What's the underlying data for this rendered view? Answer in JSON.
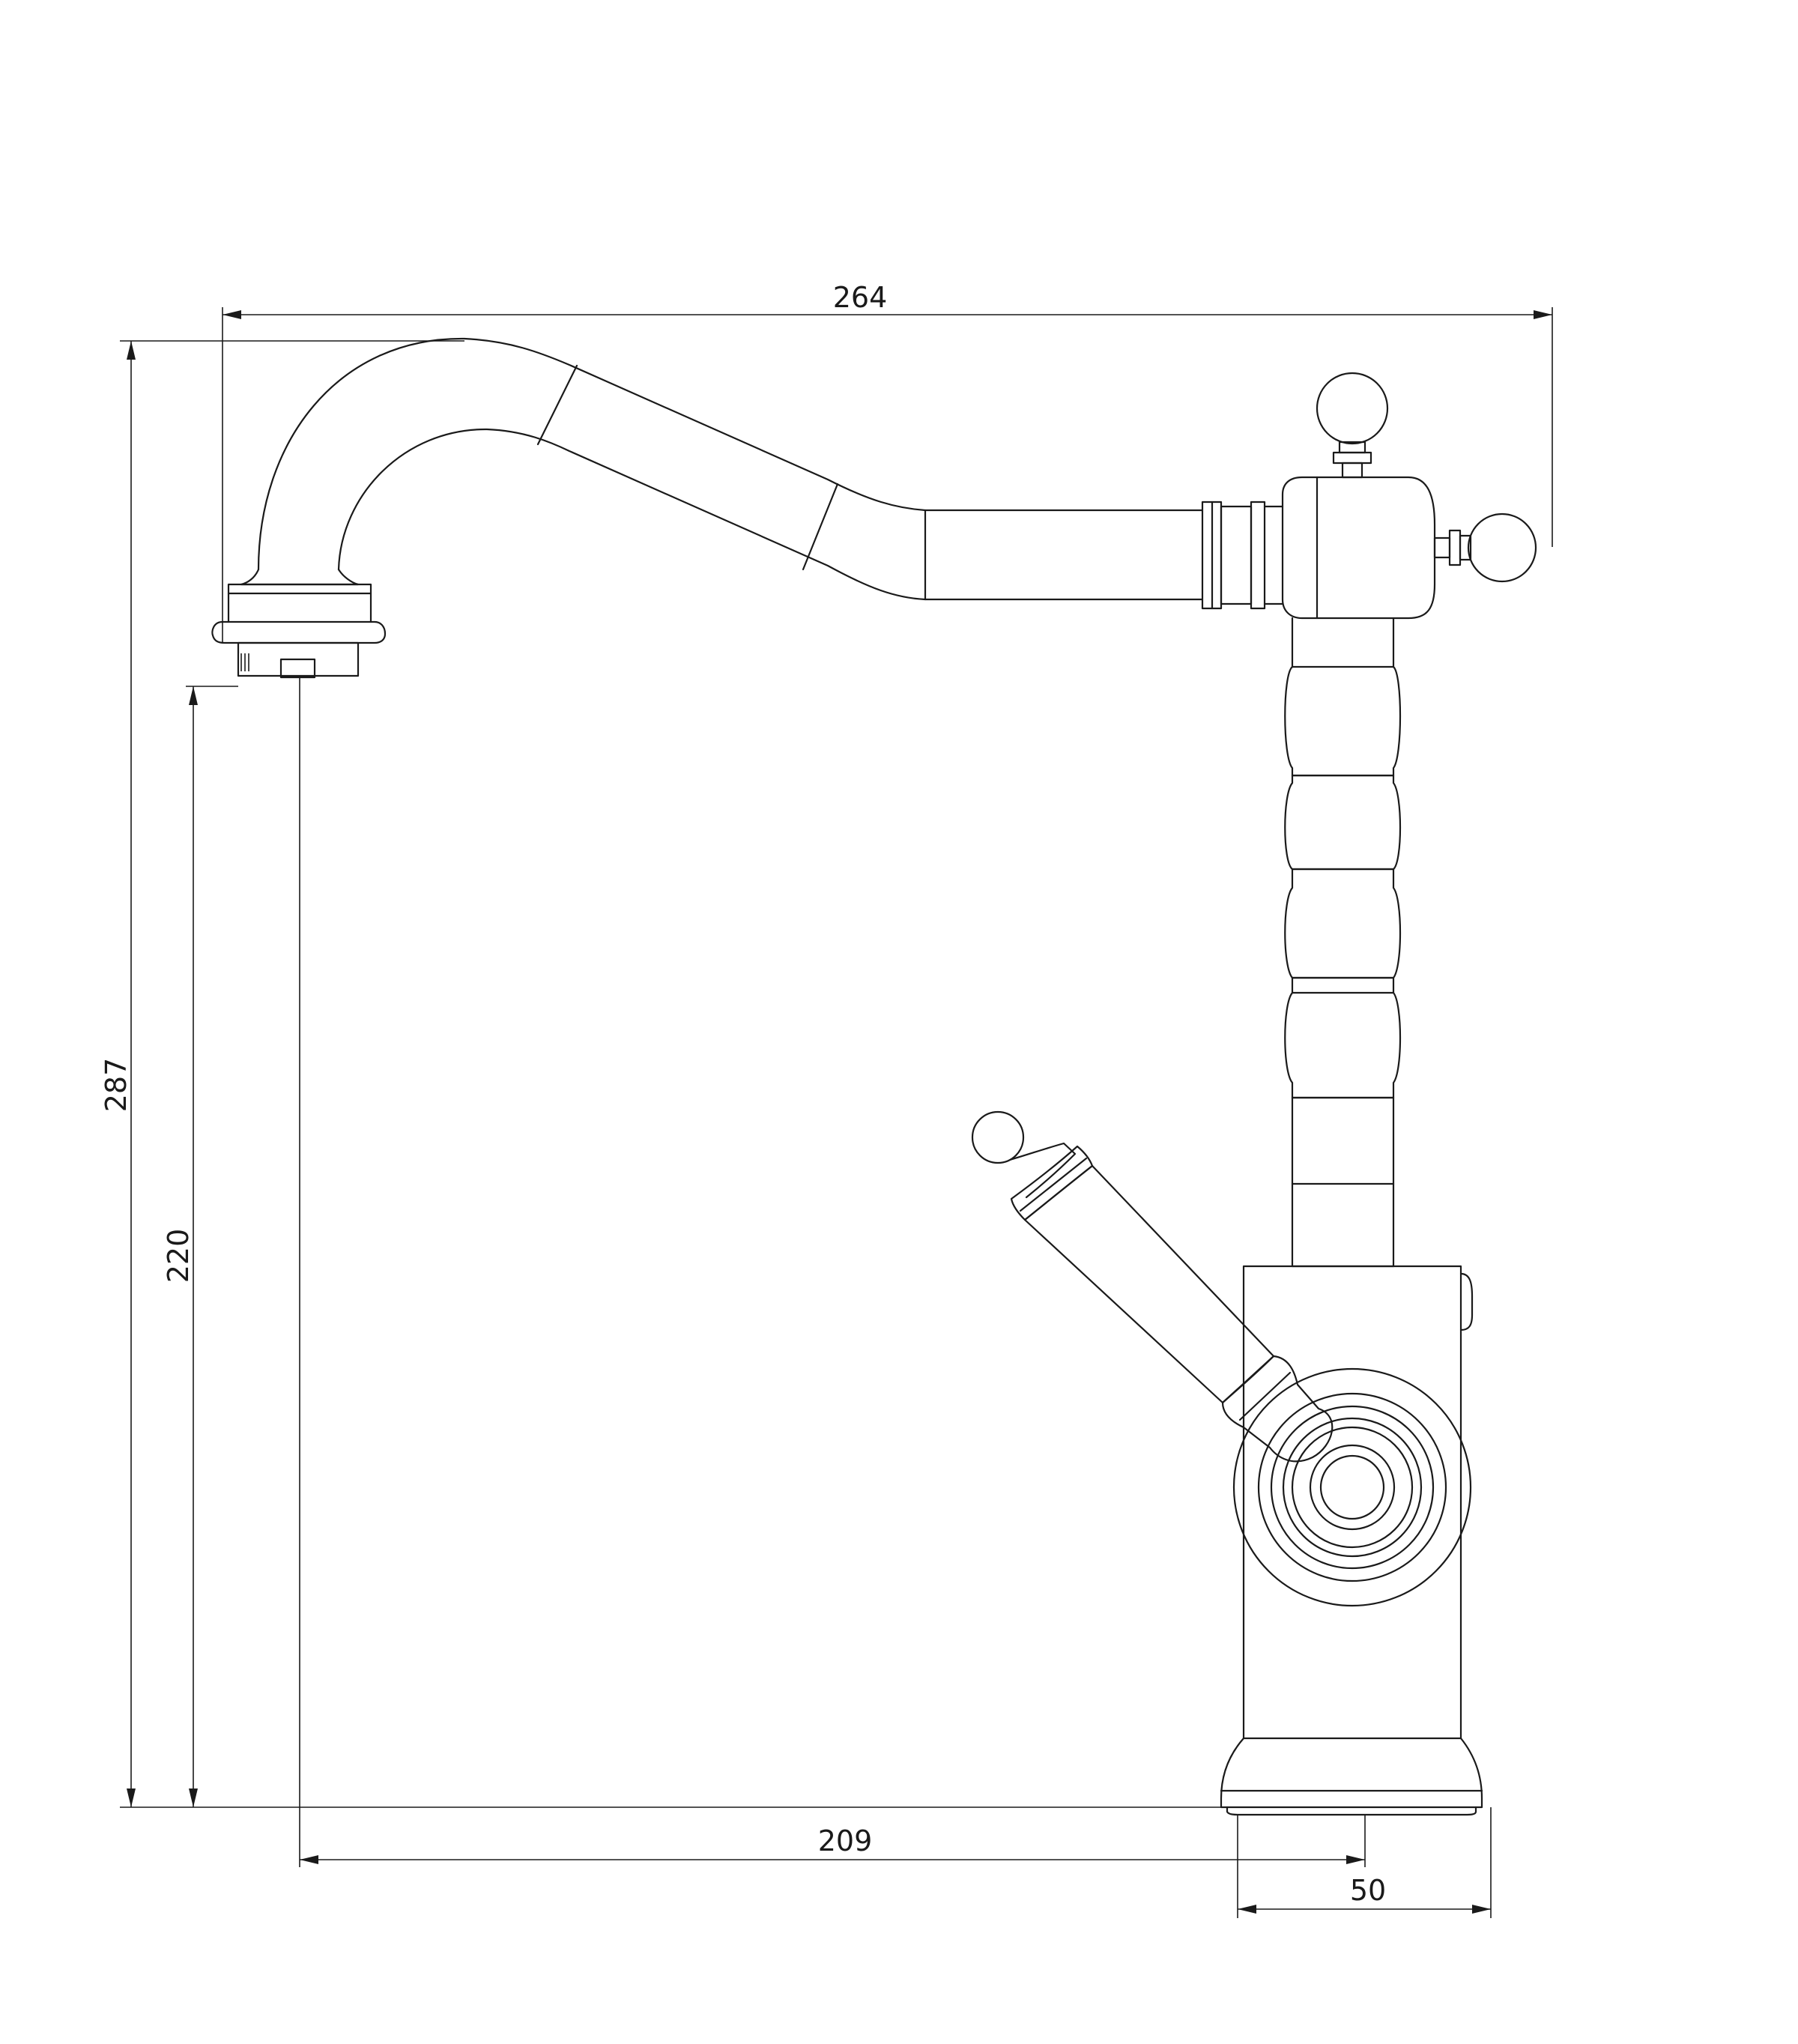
{
  "dimensions": {
    "overall_width": "264",
    "overall_height": "287",
    "spout_height": "220",
    "spout_reach": "209",
    "base_diameter": "50"
  },
  "colors": {
    "stroke": "#1a1a1a",
    "background": "#ffffff"
  }
}
